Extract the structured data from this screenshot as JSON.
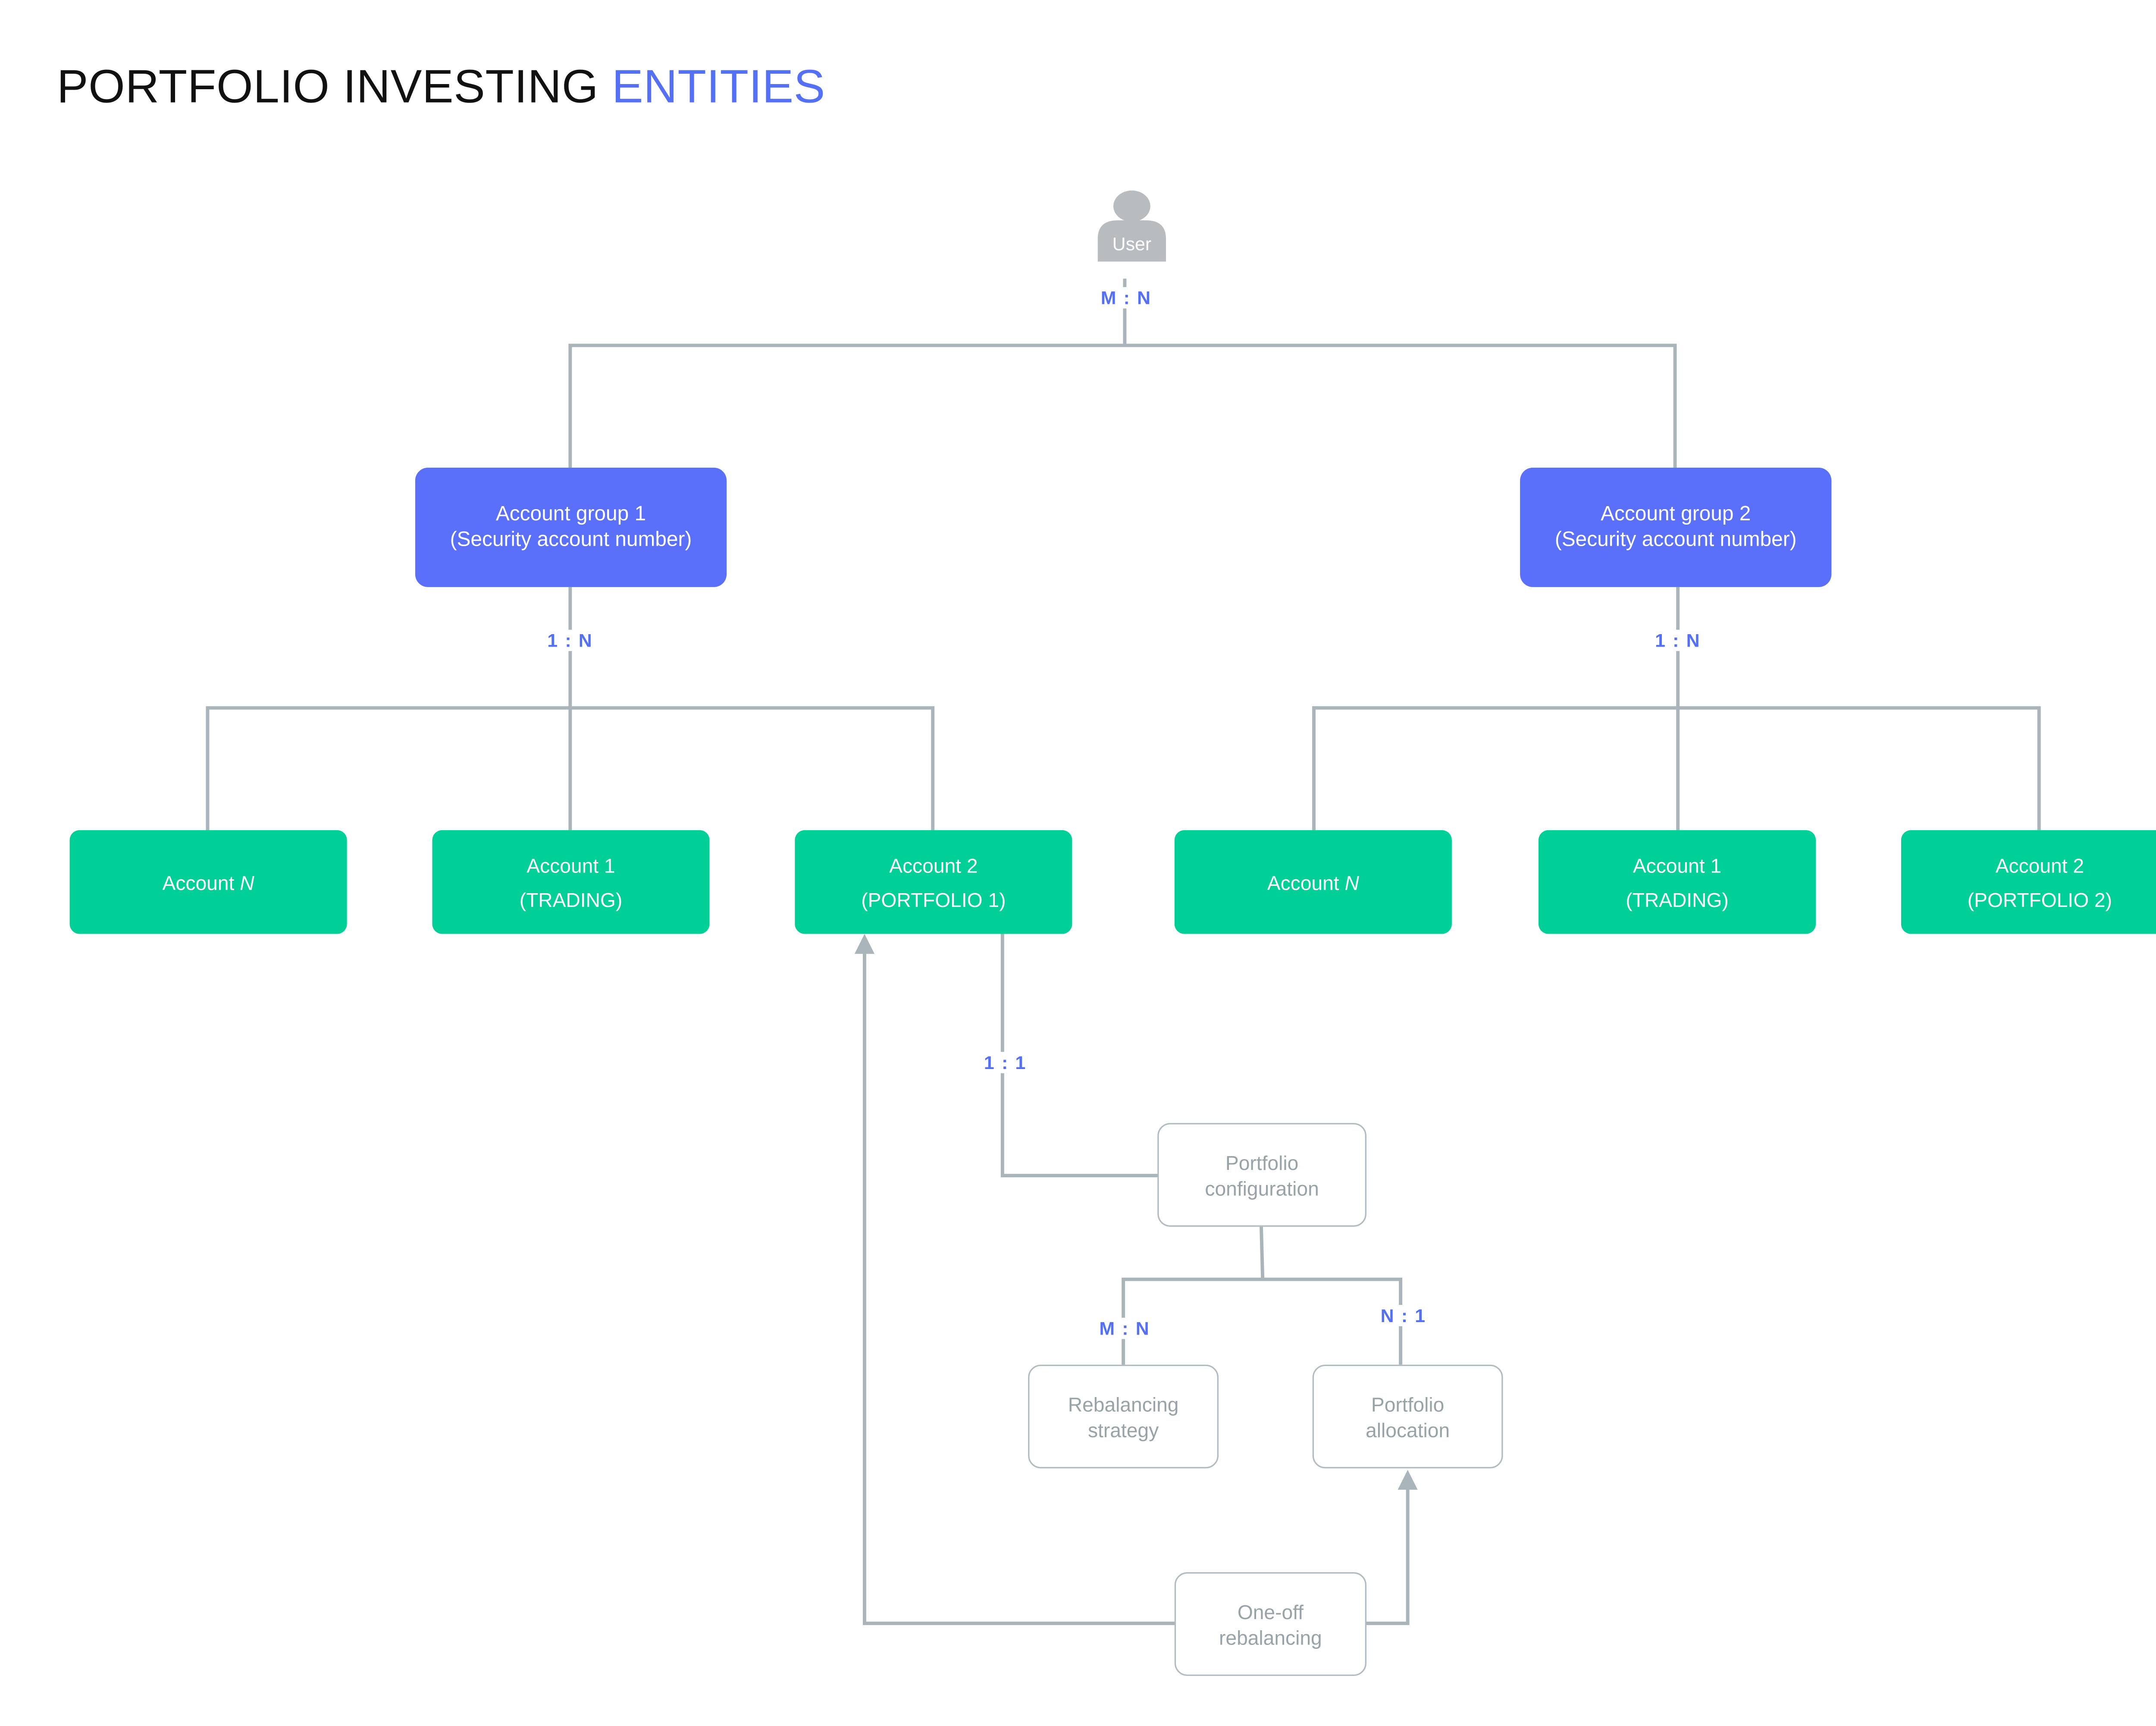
{
  "title": {
    "main": "PORTFOLIO INVESTING",
    "accent": "ENTITIES"
  },
  "colors": {
    "accent": "#5470f6",
    "group_box": "#5a70fb",
    "account_box": "#00cf98",
    "line": "#a9b5ba",
    "entity_text": "#98a3a7",
    "user_icon": "#b9bcbf"
  },
  "user": {
    "label": "User",
    "icon": "user-silhouette-icon"
  },
  "ratios": {
    "user_to_groups": "M : N",
    "group1_to_accounts": "1 : N",
    "group2_to_accounts": "1 : N",
    "account2_to_config": "1 : 1",
    "config_to_strategy": "M : N",
    "config_to_allocation": "N : 1"
  },
  "groups": [
    {
      "line1": "Account group 1",
      "line2": "(Security account number)"
    },
    {
      "line1": "Account group 2",
      "line2": "(Security account number)"
    }
  ],
  "accounts_group1": [
    {
      "line1": "Account",
      "italic": "N",
      "line2": ""
    },
    {
      "line1": "Account 1",
      "italic": "",
      "line2": "(TRADING)"
    },
    {
      "line1": "Account 2",
      "italic": "",
      "line2": "(PORTFOLIO 1)"
    }
  ],
  "accounts_group2": [
    {
      "line1": "Account",
      "italic": "N",
      "line2": ""
    },
    {
      "line1": "Account 1",
      "italic": "",
      "line2": "(TRADING)"
    },
    {
      "line1": "Account 2",
      "italic": "",
      "line2": "(PORTFOLIO 2)"
    }
  ],
  "entities": {
    "portfolio_configuration": {
      "line1": "Portfolio",
      "line2": "configuration"
    },
    "rebalancing_strategy": {
      "line1": "Rebalancing",
      "line2": "strategy"
    },
    "portfolio_allocation": {
      "line1": "Portfolio",
      "line2": "allocation"
    },
    "one_off_rebalancing": {
      "line1": "One-off",
      "line2": "rebalancing"
    }
  }
}
